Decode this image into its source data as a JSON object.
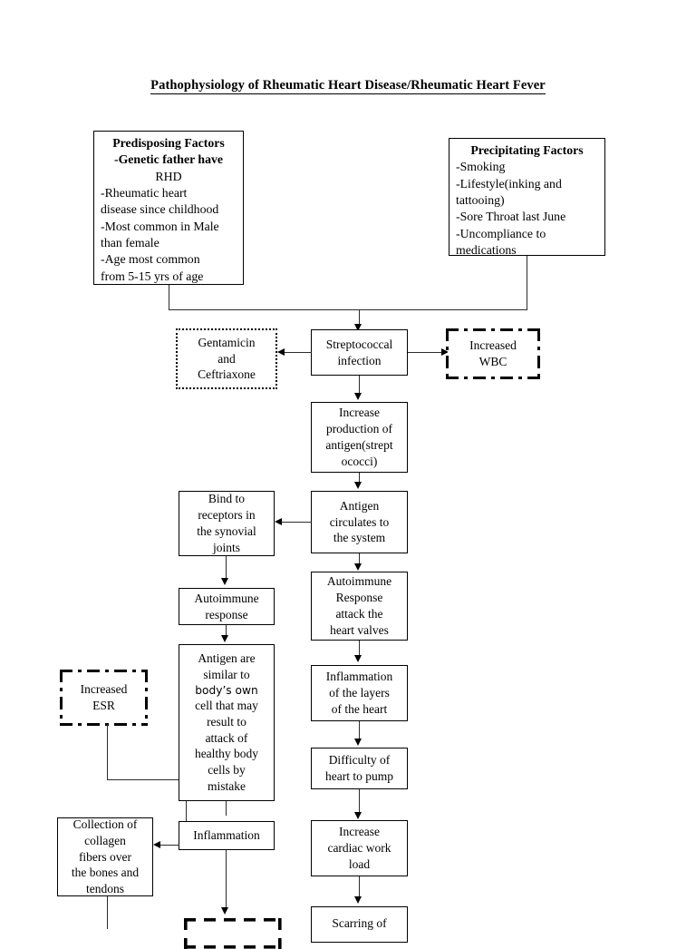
{
  "document": {
    "title": "Pathophysiology of Rheumatic Heart Disease/Rheumatic Heart Fever"
  },
  "diagram": {
    "type": "flowchart",
    "predisposing": {
      "heading": "Predisposing Factors",
      "items": [
        "-Genetic father have",
        "RHD",
        "-Rheumatic heart",
        "disease since childhood",
        "-Most common in Male",
        "than female",
        "-Age most common",
        "from 5-15 yrs of age"
      ]
    },
    "precipitating": {
      "heading": "Precipitating Factors",
      "items": [
        "-Smoking",
        "-Lifestyle(inking and",
        "tattooing)",
        "-Sore Throat last June",
        "-Uncompliance to",
        "medications"
      ]
    },
    "nodes": {
      "gentamicin": "Gentamicin and Ceftriaxone",
      "strep_infection": "Streptococcal infection",
      "increased_wbc": "Increased WBC",
      "increase_production": "Increase production of antigen(streptococci)",
      "bind_receptors": "Bind to receptors in the synovial joints",
      "antigen_circulates": "Antigen circulates to the system",
      "autoimmune_response": "Autoimmune response",
      "autoimmune_attack": "Autoimmune Response attack the heart valves",
      "increased_esr": "Increased ESR",
      "antigen_similar_a": "Antigen are similar to",
      "antigen_similar_b": "body’s own",
      "antigen_similar_c": "cell that may result to attack of healthy body cells by mistake",
      "inflammation_layers": "Inflammation of the layers of the heart",
      "difficulty_pump": "Difficulty of heart to pump",
      "collection_collagen": "Collection of collagen fibers over the bones and tendons",
      "inflammation": "Inflammation",
      "increase_cardiac": "Increase cardiac work load",
      "scarring": "Scarring of"
    },
    "node_lines": {
      "gentamicin": [
        "Gentamicin",
        "and",
        "Ceftriaxone"
      ],
      "strep_infection": [
        "Streptococcal",
        "infection"
      ],
      "increased_wbc": [
        "Increased",
        "WBC"
      ],
      "increase_production": [
        "Increase",
        "production of",
        "antigen(strept",
        "ococci)"
      ],
      "bind_receptors": [
        "Bind to",
        "receptors in",
        "the synovial",
        "joints"
      ],
      "antigen_circulates": [
        "Antigen",
        "circulates to",
        "the system"
      ],
      "autoimmune_response": [
        "Autoimmune",
        "response"
      ],
      "autoimmune_attack": [
        "Autoimmune",
        "Response",
        "attack the",
        "heart valves"
      ],
      "increased_esr": [
        "Increased",
        "ESR"
      ],
      "antigen_similar": [
        "Antigen are",
        "similar to",
        "body’s own",
        "cell that may",
        "result to",
        "attack of",
        "healthy body",
        "cells by",
        "mistake"
      ],
      "inflammation_layers": [
        "Inflammation",
        "of the layers",
        "of the heart"
      ],
      "difficulty_pump": [
        "Difficulty of",
        "heart to pump"
      ],
      "collection_collagen": [
        "Collection of",
        "collagen",
        "fibers over",
        "the bones and",
        "tendons"
      ],
      "inflammation": [
        "Inflammation"
      ],
      "increase_cardiac": [
        "Increase",
        "cardiac work",
        "load"
      ],
      "scarring": [
        "Scarring of"
      ]
    },
    "border_styles": {
      "gentamicin": "dotted",
      "increased_wbc": "dash-dot",
      "increased_esr": "dash-dot",
      "bottom_partial": "dashed",
      "default": "solid"
    },
    "colors": {
      "stroke": "#000000",
      "background": "#ffffff",
      "text": "#000000"
    }
  }
}
